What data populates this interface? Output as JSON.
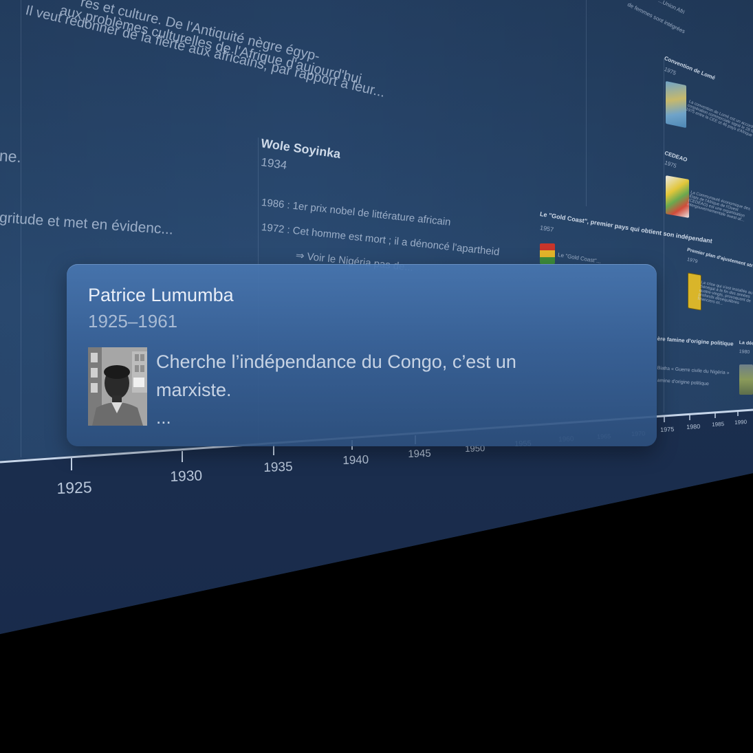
{
  "timeline": {
    "axis_ticks": [
      "1925",
      "1930",
      "1935",
      "1940",
      "1945",
      "1950",
      "1955",
      "1960",
      "1965",
      "1970",
      "1975",
      "1980",
      "1985",
      "1990"
    ],
    "left_entry": {
      "line1": "Il veut redonner de la fierté aux africains, par rapport à leur...",
      "line2": "aux problèmes culturelles de l'Afrique d'aujourd'hui",
      "line3": "res et culture. De l'Antiquité nègre égyp-",
      "fragment_a": "ne.",
      "fragment_b": "gritude et met en évidenc..."
    },
    "soyinka": {
      "title": "Wole Soyinka",
      "year": "1934",
      "line1": "1986 : 1er prix nobel de littérature africain",
      "line2": "1972 : Cet homme est mort ; il a dénoncé l'apartheid",
      "line3": "⇒ Voir le Nigéria pas de..."
    },
    "gold_coast": {
      "title": "Le \"Gold Coast\", premier pays qui obtient son indépendant",
      "year": "1957",
      "snippet": "Le \"Gold Coast\"..."
    },
    "lome": {
      "title": "Convention de Lomé",
      "year": "1975",
      "text": "La convention de Lomé est un accord de coopération commerciale signé le 28 février 1975 entre la CEE et 46 pays d'Afrique de..."
    },
    "cedeao": {
      "title": "CEDEAO",
      "year": "1975",
      "text": "La Communauté économique des États de l'Afrique de l'Ouest (CEDEAO) est une organisation intergouvernementale ouest-af..."
    },
    "ajustement": {
      "title": "Premier plan d'ajustement structurel au Sénégal",
      "year": "1979",
      "text": "La crise qui s'est installée au Sénégal à la fin des années quatre-vingts, provoquant de profonds déséquilibres financiers et..."
    },
    "famine": {
      "title": "ère famine d'origine politique",
      "text1": "Biafra « Guerre civile du Nigéria »",
      "text2": "amine d'origine politique"
    },
    "last": {
      "title": "La décennie",
      "year": "1980"
    },
    "top_right": {
      "line1": "...Union Afri",
      "line2": "de femmes sont intégrées"
    }
  },
  "popup": {
    "name": "Patrice Lumumba",
    "dates": "1925–1961",
    "description": "Cherche l’indépendance du Congo, c’est un marxiste.",
    "more": "..."
  },
  "colors": {
    "background": "#000000",
    "wall": "#2b4c74",
    "card": "#4876b0",
    "text_primary": "#e8eef8",
    "text_secondary": "#a9bbd4"
  }
}
